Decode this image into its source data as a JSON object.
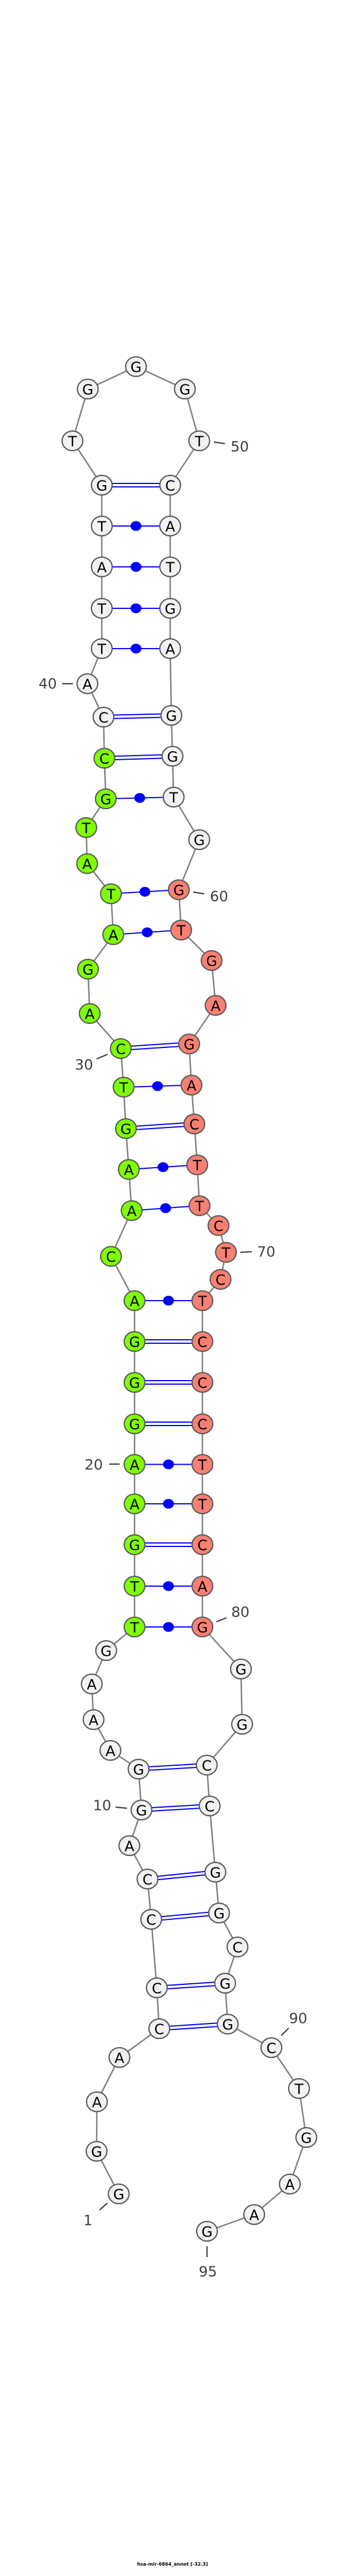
{
  "title": "hsa-mir-6864_annot [-32.3]",
  "colors": {
    "default": "#f2f2f2",
    "mature_5p": "#7fff00",
    "mature_3p": "#fa8072",
    "pair": "#0000ff",
    "backbone": "#808080"
  },
  "nucleotides": [
    "G",
    "G",
    "A",
    "A",
    "C",
    "C",
    "C",
    "C",
    "A",
    "G",
    "G",
    "A",
    "A",
    "A",
    "G",
    "T",
    "T",
    "G",
    "A",
    "A",
    "G",
    "G",
    "G",
    "A",
    "C",
    "A",
    "A",
    "G",
    "T",
    "C",
    "A",
    "G",
    "A",
    "T",
    "A",
    "T",
    "G",
    "C",
    "C",
    "A",
    "T",
    "T",
    "A",
    "T",
    "G",
    "T",
    "G",
    "G",
    "G",
    "T",
    "C",
    "A",
    "T",
    "G",
    "A",
    "G",
    "G",
    "T",
    "G",
    "G",
    "T",
    "G",
    "A",
    "G",
    "A",
    "C",
    "T",
    "T",
    "C",
    "T",
    "C",
    "T",
    "C",
    "C",
    "C",
    "T",
    "T",
    "C",
    "A",
    "G",
    "G",
    "G",
    "C",
    "C",
    "G",
    "G",
    "C",
    "G",
    "G",
    "C",
    "T",
    "G",
    "A",
    "A",
    "G"
  ],
  "highlight_5p": [
    16,
    38
  ],
  "highlight_3p": [
    60,
    80
  ],
  "pairs": [
    [
      5,
      89
    ],
    [
      6,
      88
    ],
    [
      7,
      86
    ],
    [
      8,
      85
    ],
    [
      10,
      84
    ],
    [
      11,
      83
    ],
    [
      16,
      80
    ],
    [
      17,
      79
    ],
    [
      18,
      78
    ],
    [
      19,
      77
    ],
    [
      20,
      76
    ],
    [
      21,
      75
    ],
    [
      22,
      74
    ],
    [
      23,
      73
    ],
    [
      24,
      72
    ],
    [
      26,
      68
    ],
    [
      27,
      67
    ],
    [
      28,
      66
    ],
    [
      29,
      65
    ],
    [
      30,
      64
    ],
    [
      33,
      61
    ],
    [
      34,
      60
    ],
    [
      37,
      58
    ],
    [
      38,
      57
    ],
    [
      39,
      56
    ],
    [
      41,
      55
    ],
    [
      42,
      54
    ],
    [
      43,
      53
    ],
    [
      44,
      52
    ],
    [
      45,
      51
    ]
  ],
  "position_labels": [
    "1",
    "10",
    "20",
    "30",
    "40",
    "50",
    "60",
    "70",
    "80",
    "90",
    "95"
  ]
}
